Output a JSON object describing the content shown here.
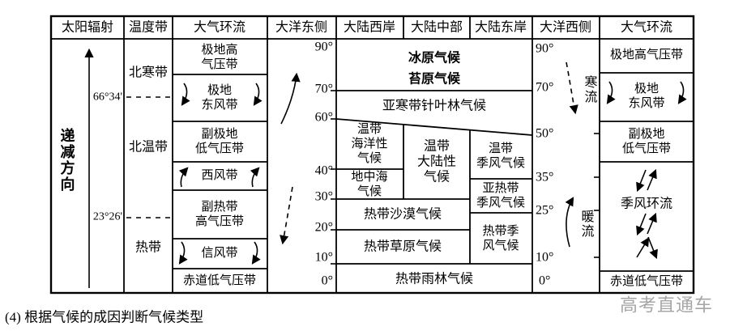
{
  "header": {
    "columns": [
      "太阳辐射",
      "温度带",
      "大气环流",
      "大洋东侧",
      "大陆西岸",
      "大陆中部",
      "大陆东岸",
      "大洋西侧",
      "大气环流"
    ]
  },
  "solar": {
    "direction": "递减方向",
    "arctic_circle": "66°34'",
    "tropic_cancer": "23°26'"
  },
  "temp_zones": {
    "north_frigid": "北寒带",
    "north_temperate": "北温带",
    "tropical": "热带"
  },
  "circ_left": {
    "polar_high": "极地高\n气压带",
    "polar_easterlies": "极地\n东风带",
    "subpolar_low": "副极地\n低气压带",
    "westerlies": "西风带",
    "subtropical_high": "副热带\n高气压带",
    "trade_winds": "信风带",
    "equatorial_low": "赤道低气压带"
  },
  "circ_right": {
    "polar_high": "极地高气压带",
    "polar_easterlies": "极地\n东风带",
    "subpolar_low": "副极地\n低气压带",
    "monsoon": "季风环流",
    "equatorial_low": "赤道低气压带"
  },
  "ocean_east": {
    "lats": [
      "90°",
      "70°",
      "60°",
      "40°",
      "30°",
      "20°",
      "10°",
      "0°"
    ]
  },
  "ocean_west": {
    "lats": [
      "90°",
      "70°",
      "50°",
      "35°",
      "25°",
      "10°",
      "0°"
    ],
    "cold_current": "寒流",
    "warm_current": "暖流"
  },
  "climate": {
    "ice_cap": "冰原气候",
    "tundra": "苔原气候",
    "subarctic": "亚寒带针叶林气候",
    "marine_west_coast": "温带\n海洋性\n气候",
    "mediterranean": "地中海\n气候",
    "continental": "温带\n大陆性\n气候",
    "temperate_monsoon": "温带\n季风气候",
    "subtropical_monsoon": "亚热带\n季风气候",
    "desert": "热带沙漠气候",
    "savanna": "热带草原气候",
    "tropical_monsoon": "热带季\n风气候",
    "rainforest": "热带雨林气候"
  },
  "caption": "(4) 根据气候的成因判断气候类型",
  "watermark": "高考直通车",
  "colors": {
    "line": "#000000",
    "watermark": "#a6a6a6",
    "background": "#ffffff"
  }
}
